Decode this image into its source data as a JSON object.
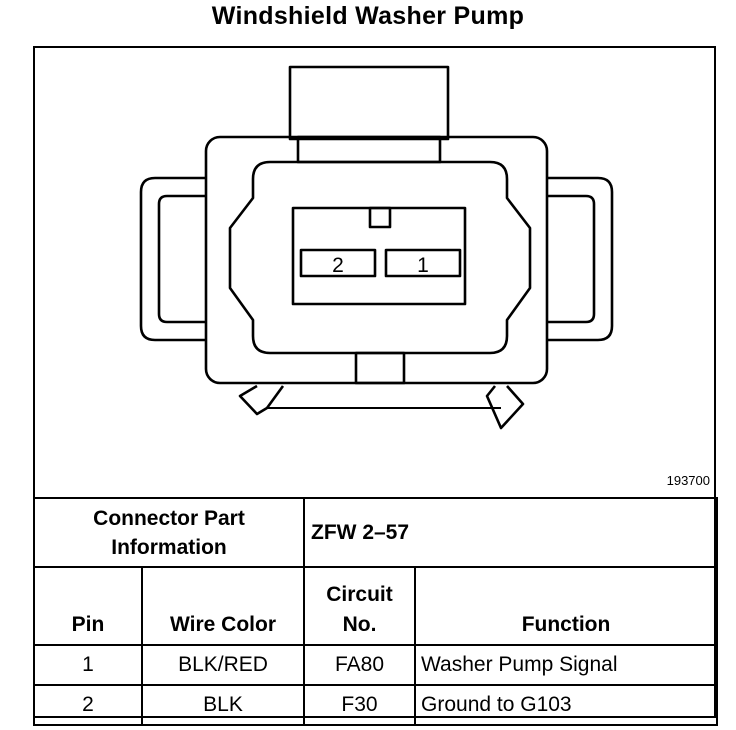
{
  "title": "Windshield Washer Pump",
  "figure_id": "193700",
  "connector": {
    "cavity_labels": [
      "2",
      "1"
    ]
  },
  "part_info": {
    "label": "Connector Part Information",
    "value": "ZFW 2–57"
  },
  "columns": {
    "pin": "Pin",
    "wire_color": "Wire Color",
    "circuit": "Circuit No.",
    "function": "Function"
  },
  "rows": [
    {
      "pin": "1",
      "wire_color": "BLK/RED",
      "circuit": "FA80",
      "function": "Washer Pump Signal"
    },
    {
      "pin": "2",
      "wire_color": "BLK",
      "circuit": "F30",
      "function": "Ground to G103"
    }
  ]
}
